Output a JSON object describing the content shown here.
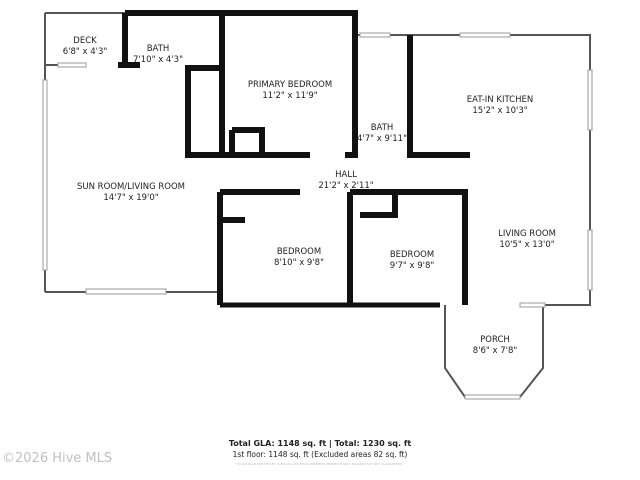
{
  "rooms": {
    "deck": {
      "name": "DECK",
      "size": "6'8\" x 4'3\""
    },
    "bath1": {
      "name": "BATH",
      "size": "7'10\" x 4'3\""
    },
    "primary_bedroom": {
      "name": "PRIMARY BEDROOM",
      "size": "11'2\" x 11'9\""
    },
    "bath2": {
      "name": "BATH",
      "size": "4'7\" x 9'11\""
    },
    "kitchen": {
      "name": "EAT-IN KITCHEN",
      "size": "15'2\" x 10'3\""
    },
    "hall": {
      "name": "HALL",
      "size": "21'2\" x 2'11\""
    },
    "sun_room": {
      "name": "SUN ROOM/LIVING ROOM",
      "size": "14'7\" x 19'0\""
    },
    "bedroom1": {
      "name": "BEDROOM",
      "size": "8'10\" x 9'8\""
    },
    "bedroom2": {
      "name": "BEDROOM",
      "size": "9'7\" x 9'8\""
    },
    "living_room": {
      "name": "LIVING ROOM",
      "size": "10'5\" x 13'0\""
    },
    "porch": {
      "name": "PORCH",
      "size": "8'6\" x 7'8\""
    }
  },
  "footer": {
    "total": "Total GLA: 1148 sq. ft | Total: 1230 sq. ft",
    "floor": "1st floor: 1148 sq. ft (Excluded areas 82 sq. ft)",
    "disclaimer": "FLOOR PLAN CREATED BY CUBICASA APP. MEASUREMENTS DEEMED HIGHLY RELIABLE BUT NOT GUARANTEED."
  },
  "watermark": "©2026 Hive MLS"
}
